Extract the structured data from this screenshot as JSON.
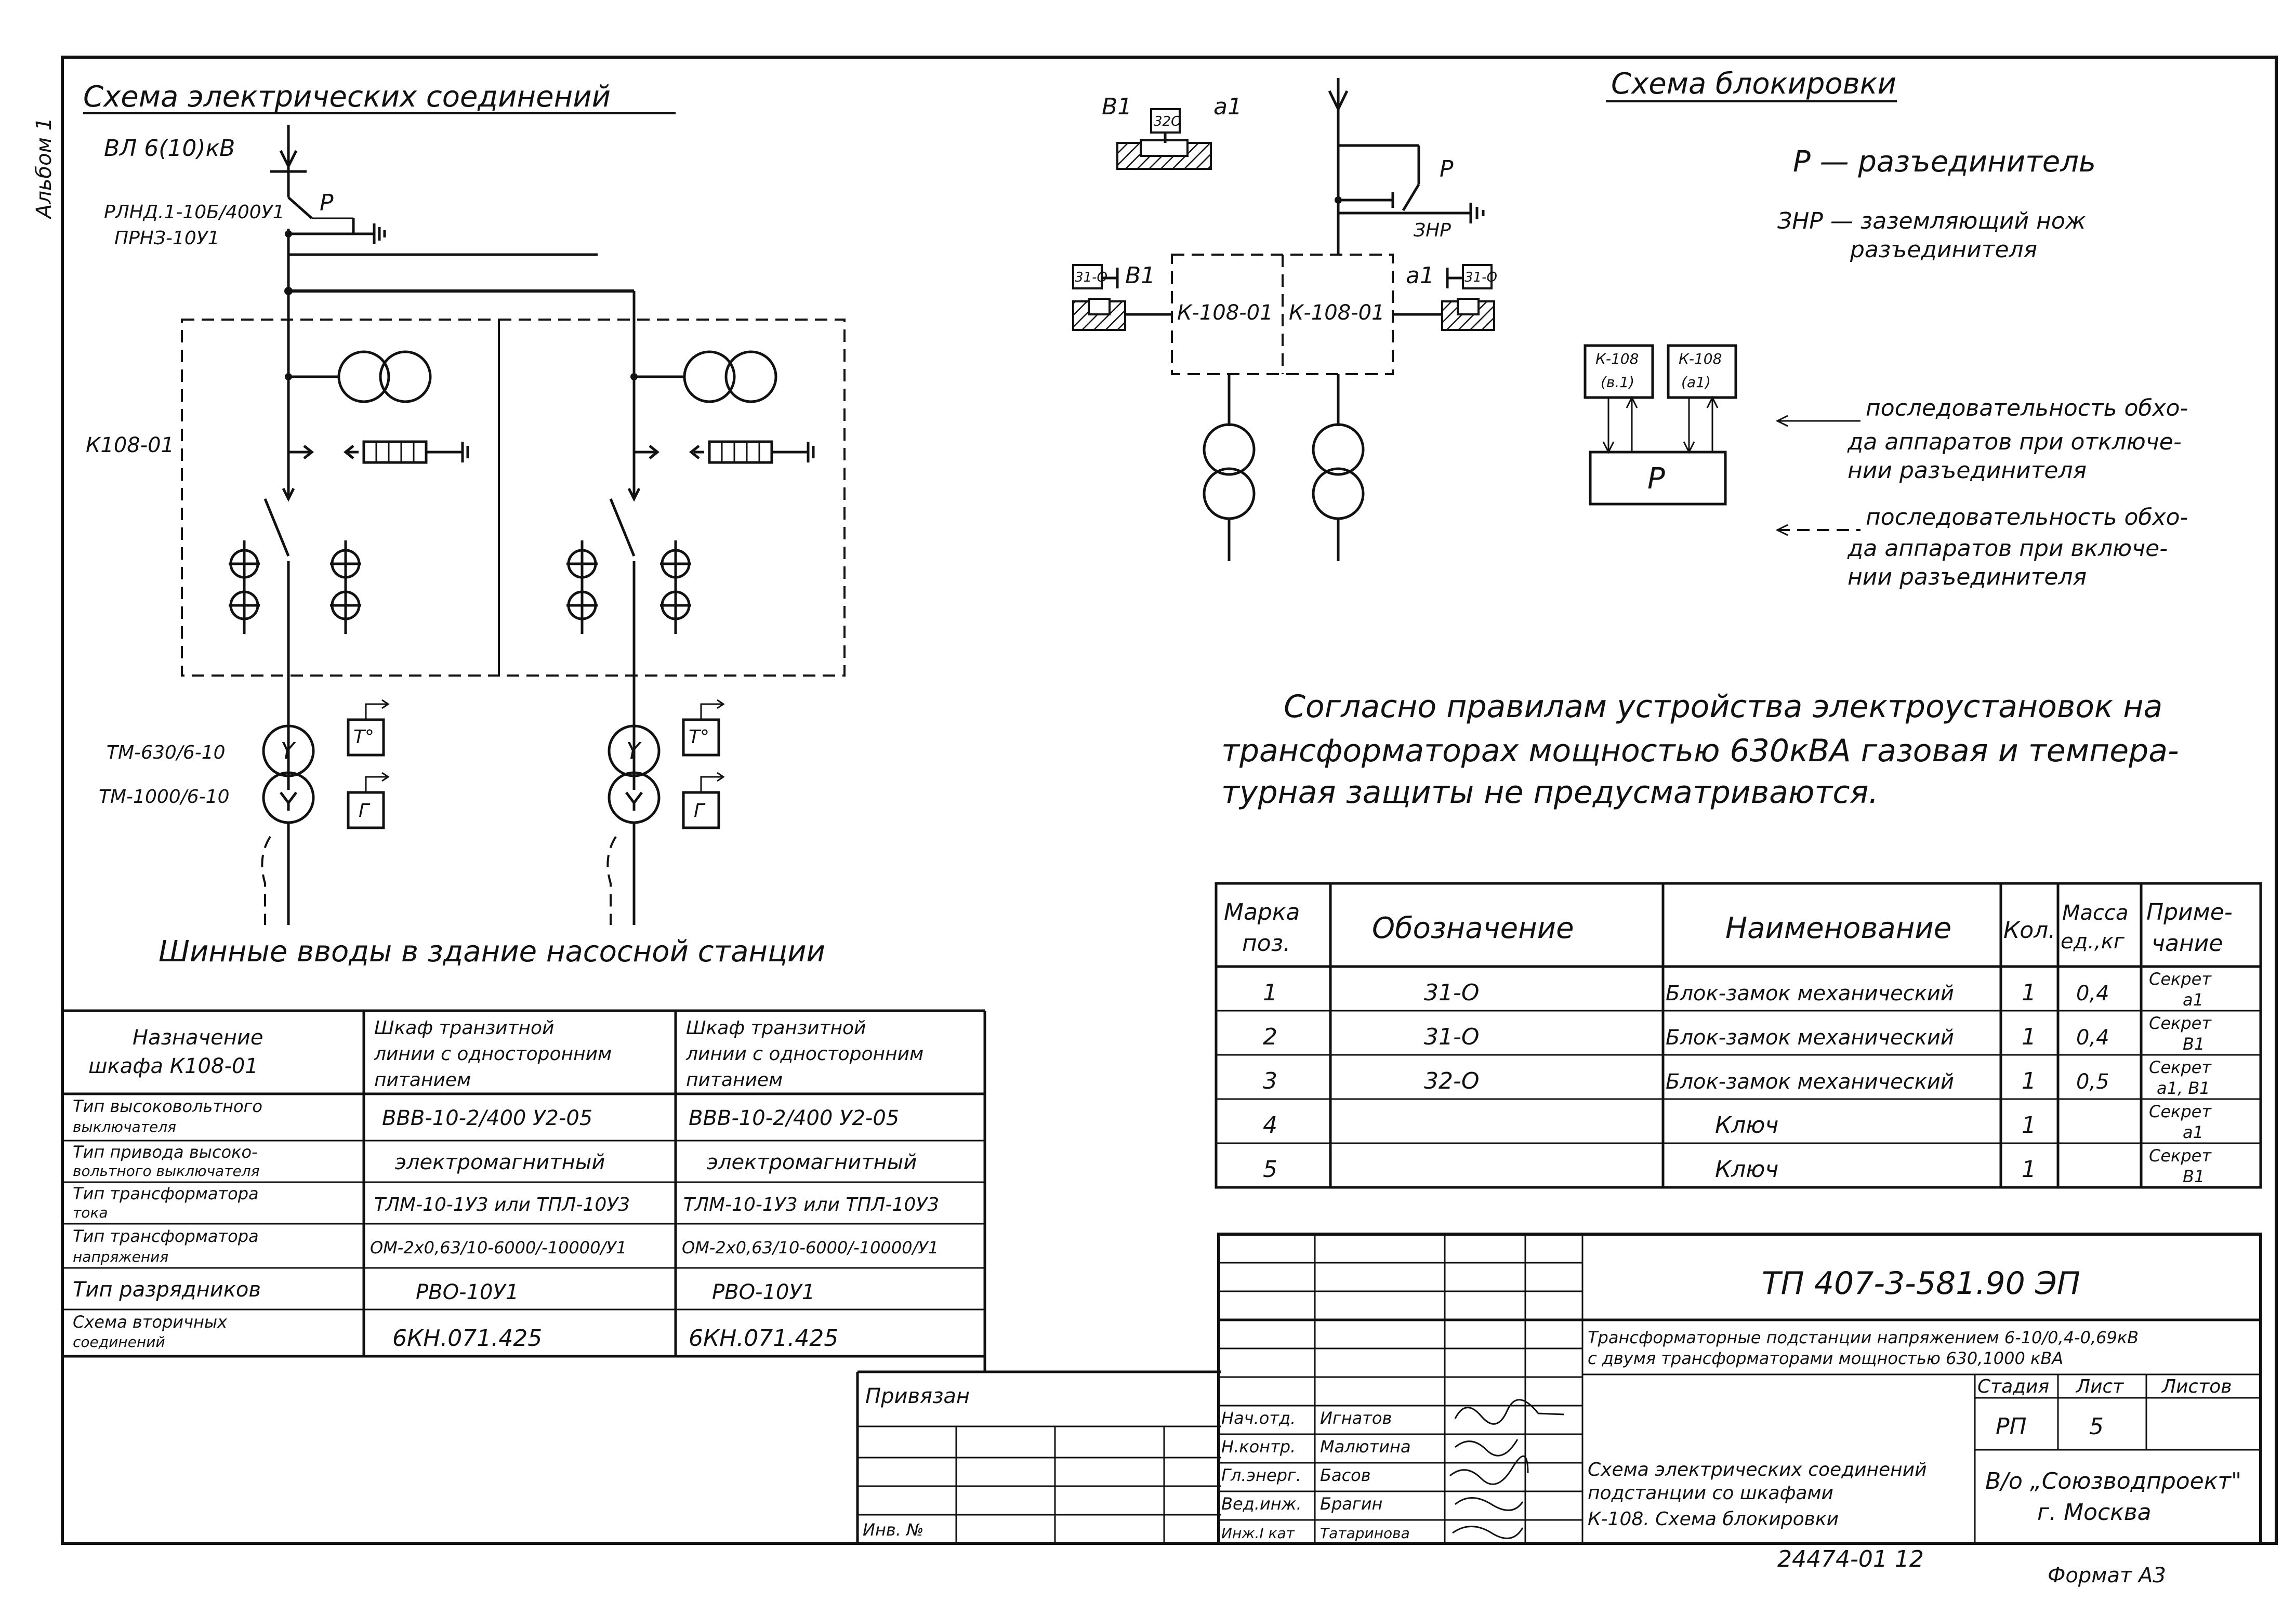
{
  "sheet_label": "Альбом 1",
  "left_diagram": {
    "title": "Схема электрических соединений",
    "line_label": "ВЛ 6(10)кВ",
    "disconnector_1": "РЛНД.1-10Б/400У1",
    "disconnector_2": "ПРНЗ-10У1",
    "p_label": "Р",
    "cabinet_label": "К108-01",
    "transformer_1": "ТМ-630/6-10",
    "transformer_2": "ТМ-1000/6-10",
    "temp_box": "T°",
    "gas_box": "Г",
    "wye": "Y",
    "footer": "Шинные вводы в здание насосной станции"
  },
  "cabinet_table": {
    "header_col1": "Назначение шкафа К108-01",
    "header_col1_line1": "Назначение",
    "header_col1_line2": "шкафа    К108-01",
    "header_col2_line1": "Шкаф транзитной",
    "header_col2_line2": "линии с односторонним",
    "header_col2_line3": "питанием",
    "header_col3_line1": "Шкаф транзитной",
    "header_col3_line2": "линии с односторонним",
    "header_col3_line3": "питанием",
    "rows": [
      {
        "l1": "Тип высоковольтного",
        "l2": "выключателя",
        "v1": "ВВВ-10-2/400 У2-05",
        "v2": "ВВВ-10-2/400 У2-05"
      },
      {
        "l1": "Тип привода высоко-",
        "l2": "вольтного выключателя",
        "v1": "электромагнитный",
        "v2": "электромагнитный"
      },
      {
        "l1": "Тип трансформатора",
        "l2": "тока",
        "v1": "ТЛМ-10-1У3 или ТПЛ-10У3",
        "v2": "ТЛМ-10-1У3 или ТПЛ-10У3"
      },
      {
        "l1": "Тип трансформатора",
        "l2": "напряжения",
        "v1": "ОМ-2х0,63/10-6000/-10000/У1",
        "v2": "ОМ-2х0,63/10-6000/-10000/У1"
      },
      {
        "l1": "Тип разрядников",
        "l2": "",
        "v1": "РВО-10У1",
        "v2": "РВО-10У1"
      },
      {
        "l1": "Схема вторичных",
        "l2": "соединений",
        "v1": "6КН.071.425",
        "v2": "6КН.071.425"
      }
    ]
  },
  "interlock_diagram": {
    "title": "Схема блокировки",
    "v1": "В1",
    "a1": "а1",
    "lock_32": "32О",
    "lock_31_left": "31-О",
    "lock_31_right": "31-О",
    "p": "Р",
    "znr": "ЗНР",
    "k108_left": "К-108-01",
    "k108_right": "К-108-01",
    "k108_box1_l1": "К-108",
    "k108_box1_l2": "(в.1)",
    "k108_box2_l1": "К-108",
    "k108_box2_l2": "(а1)",
    "p_box": "Р"
  },
  "legend": {
    "p_def": "Р  — разъединитель",
    "znr_def_1": "ЗНР — заземляющий нож",
    "znr_def_2": "разъединителя",
    "seq_off_1": "последовательность обхо-",
    "seq_off_2": "да аппаратов при отключе-",
    "seq_off_3": "нии разъединителя",
    "seq_on_1": "последовательность обхо-",
    "seq_on_2": "да аппаратов при включе-",
    "seq_on_3": "нии разъединителя"
  },
  "note": {
    "line1": "Согласно правилам устройства электроустановок на",
    "line2": "трансформаторах мощностью 630кВА газовая и темпера-",
    "line3": "турная защиты не предусматриваются."
  },
  "spec_table": {
    "headers": {
      "pos_1": "Марка",
      "pos_2": "поз.",
      "designation": "Обозначение",
      "name": "Наименование",
      "qty": "Кол.",
      "mass_1": "Масса",
      "mass_2": "ед.,кг",
      "note_1": "Приме-",
      "note_2": "чание"
    },
    "rows": [
      {
        "pos": "1",
        "designation": "31-О",
        "name": "Блок-замок механический",
        "qty": "1",
        "mass": "0,4",
        "note_1": "Секрет",
        "note_2": "а1"
      },
      {
        "pos": "2",
        "designation": "31-О",
        "name": "Блок-замок механический",
        "qty": "1",
        "mass": "0,4",
        "note_1": "Секрет",
        "note_2": "В1"
      },
      {
        "pos": "3",
        "designation": "32-О",
        "name": "Блок-замок механический",
        "qty": "1",
        "mass": "0,5",
        "note_1": "Секрет",
        "note_2": "а1, В1"
      },
      {
        "pos": "4",
        "designation": "",
        "name": "Ключ",
        "qty": "1",
        "mass": "",
        "note_1": "Секрет",
        "note_2": "а1"
      },
      {
        "pos": "5",
        "designation": "",
        "name": "Ключ",
        "qty": "1",
        "mass": "",
        "note_1": "Секрет",
        "note_2": "В1"
      }
    ]
  },
  "title_block": {
    "code": "ТП 407-3-581.90 ЭП",
    "project_1": "Трансформаторные подстанции напряжением 6-10/0,4-0,69кВ",
    "project_2": "с двумя трансформаторами мощностью 630,1000 кВА",
    "stage_h": "Стадия",
    "sheet_h": "Лист",
    "sheets_h": "Листов",
    "stage": "РП",
    "sheet": "5",
    "sheets": "",
    "drawing_1": "Схема электрических соединений",
    "drawing_2": "подстанции со шкафами",
    "drawing_3": "К-108.  Схема блокировки",
    "org_1": "В/о „Союзводпроект\"",
    "org_2": "г. Москва",
    "linked": "Привязан",
    "inv": "Инв. №",
    "people": [
      {
        "role": "Нач.отд.",
        "name": "Игнатов"
      },
      {
        "role": "Н.контр.",
        "name": "Малютина"
      },
      {
        "role": "Гл.энерг.",
        "name": "Басов"
      },
      {
        "role": "Вед.инж.",
        "name": "Брагин"
      },
      {
        "role": "Инж.I кат",
        "name": "Татаринова"
      }
    ],
    "number": "24474-01   12",
    "format": "Формат А3"
  }
}
